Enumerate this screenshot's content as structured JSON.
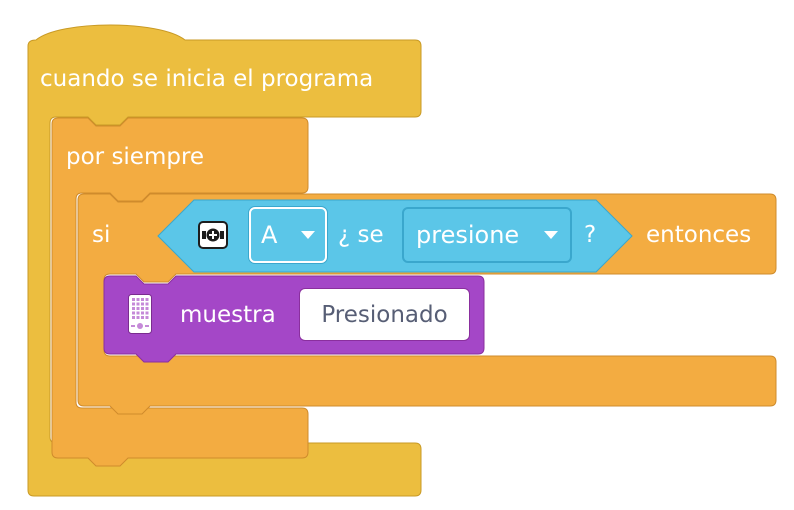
{
  "colors": {
    "events_fill": "#ecbe3f",
    "events_stroke": "#c99a25",
    "control_fill": "#f3ac41",
    "control_stroke": "#cf8b2c",
    "sensing_fill": "#5bc6e8",
    "sensing_stroke": "#3aa7cd",
    "looks_fill": "#a447c7",
    "looks_stroke": "#8a2f9e"
  },
  "hat_block": {
    "label": "cuando se inicia el programa"
  },
  "forever_block": {
    "label": "por siempre"
  },
  "if_block": {
    "if_label": "si",
    "then_label": "entonces"
  },
  "condition_block": {
    "icon": "button-icon",
    "button_value": "A",
    "mid_label": "¿ se",
    "action_value": "presione",
    "question_mark": "?"
  },
  "show_block": {
    "icon": "led-display-icon",
    "label": "muestra",
    "text_value": "Presionado"
  }
}
